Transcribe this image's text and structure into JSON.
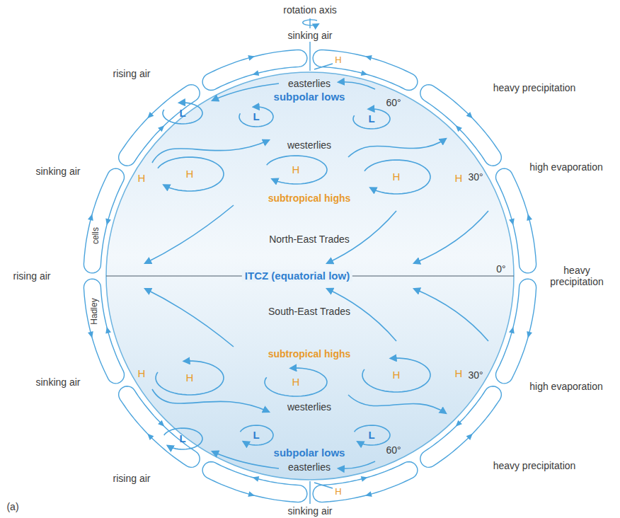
{
  "diagram": {
    "labels": [
      "rotation axis",
      "sinking air",
      "H",
      "rising air",
      "easterlies",
      "subpolar lows",
      "L",
      "L",
      "L",
      "60°",
      "heavy precipitation",
      "westerlies",
      "sinking air",
      "H",
      "H",
      "H",
      "subtropical highs",
      "H",
      "H",
      "30°",
      "high evaporation",
      "cells",
      "North-East Trades",
      "rising air",
      "ITCZ (equatorial low)",
      "0°",
      "heavy precipitation",
      "Hadley",
      "South-East Trades",
      "subtropical highs",
      "sinking air",
      "H",
      "H",
      "H",
      "H",
      "H",
      "30°",
      "high evaporation",
      "westerlies",
      "L",
      "L",
      "L",
      "subpolar lows",
      "rising air",
      "60°",
      "heavy precipitation",
      "easterlies",
      "H",
      "sinking air",
      "(a)"
    ]
  }
}
